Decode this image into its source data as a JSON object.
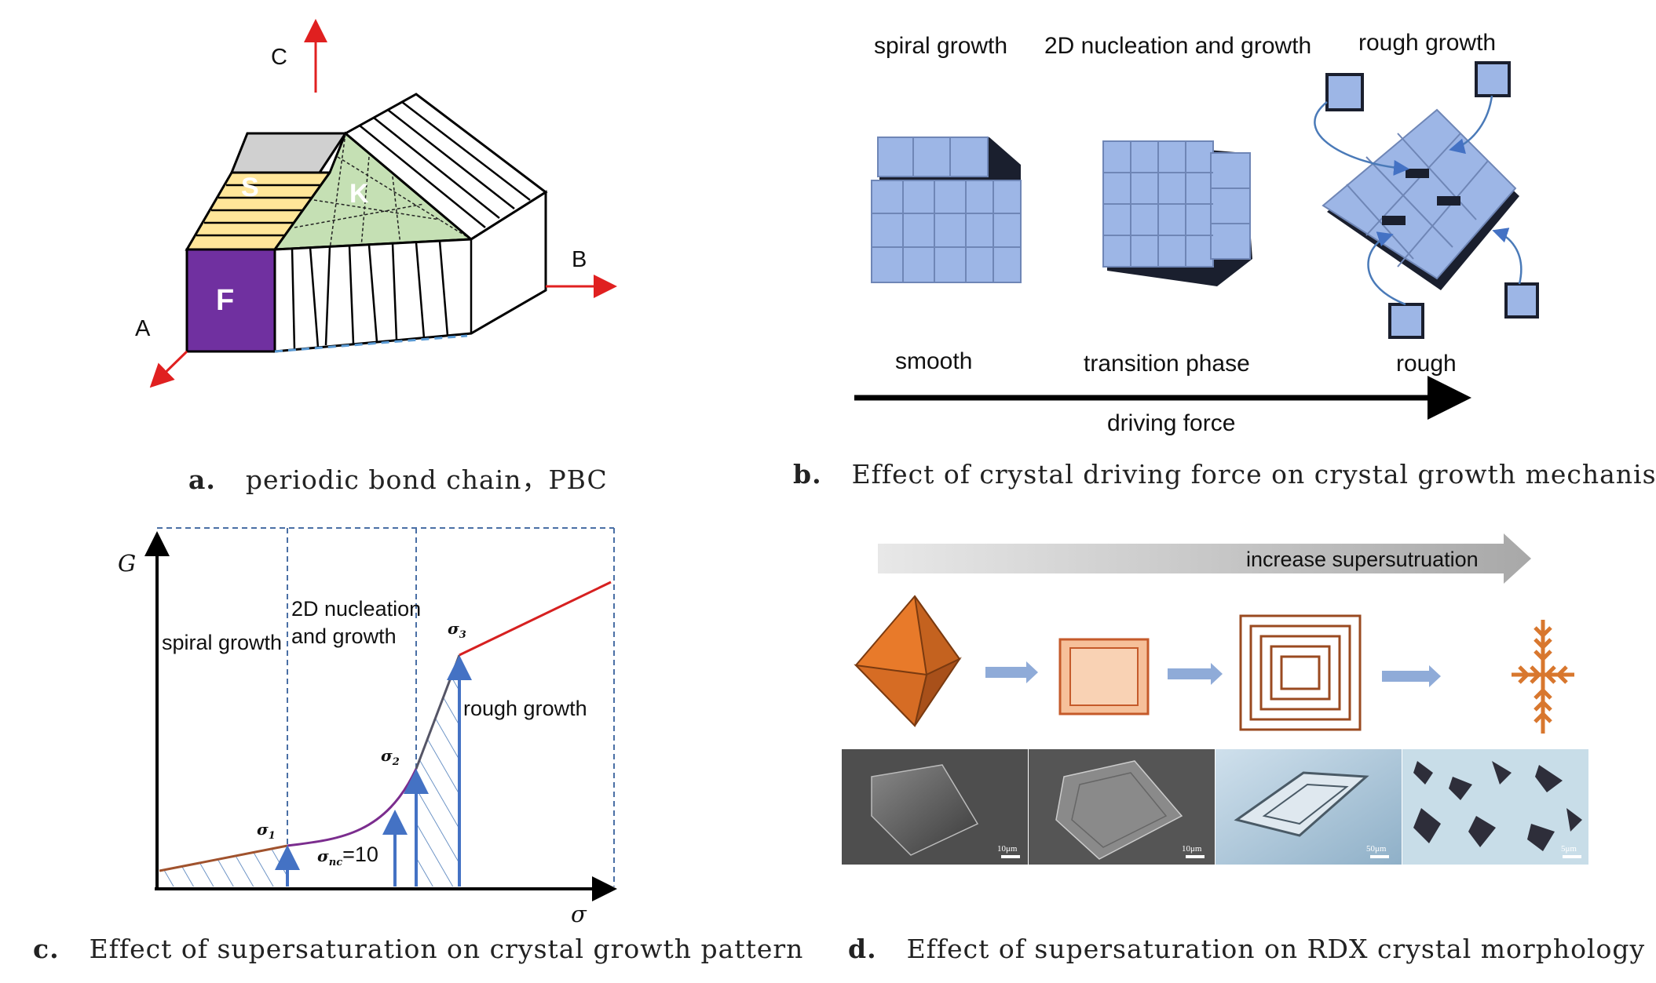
{
  "panel_a": {
    "caption_letter": "a.",
    "caption": "periodic bond chain，PBC",
    "axis_c": "C",
    "axis_b": "B",
    "axis_a": "A",
    "face_f": "F",
    "face_s": "S",
    "face_k": "K",
    "colors": {
      "f_face": "#7030a0",
      "s_face": "#ffe699",
      "k_face": "#c5e0b4",
      "axis_arrow": "#e02020",
      "top_face": "#d0d0d0"
    }
  },
  "panel_b": {
    "caption_letter": "b.",
    "caption": "Effect of crystal driving force on crystal growth mechanism",
    "titles": [
      "spiral growth",
      "2D nucleation and growth",
      "rough growth"
    ],
    "bottom_labels": [
      "smooth",
      "transition phase",
      "rough"
    ],
    "arrow_label": "driving force",
    "colors": {
      "cube": "#9db6e6",
      "cube_dark": "#1a1f2e"
    }
  },
  "panel_c": {
    "caption_letter": "c.",
    "caption": "Effect of supersaturation on crystal growth pattern",
    "y_label": "G",
    "x_label": "σ",
    "region_labels": {
      "spiral": "spiral growth",
      "nuc_line1": "2D nucleation",
      "nuc_line2": "and growth",
      "rough": "rough growth"
    },
    "sigma_labels": {
      "s1": "σ",
      "s1_sub": "1",
      "s2": "σ",
      "s2_sub": "2",
      "s3": "σ",
      "s3_sub": "3",
      "snc": "σ",
      "snc_sub": "nc",
      "snc_value": "=10"
    },
    "colors": {
      "seg1": "#a0522d",
      "seg2": "#7b2d8e",
      "seg3": "#555566",
      "seg4": "#d62020",
      "arrow": "#4472c4",
      "hatch": "#4a7ab8",
      "dash": "#4a6fa5"
    }
  },
  "panel_d": {
    "caption_letter": "d.",
    "caption": "Effect of supersaturation on RDX crystal morphology",
    "banner": "increase supersutruation",
    "scale_labels": [
      "10μm",
      "10μm",
      "50μm",
      "5μm"
    ],
    "colors": {
      "octa_light": "#e87a2a",
      "octa_dark": "#a8501a",
      "square_fill": "#f6c09a",
      "square_stroke": "#c55a2a",
      "frame": "#9a4a20",
      "dendrite": "#d8772e",
      "small_arrow": "#8fabd8"
    }
  }
}
